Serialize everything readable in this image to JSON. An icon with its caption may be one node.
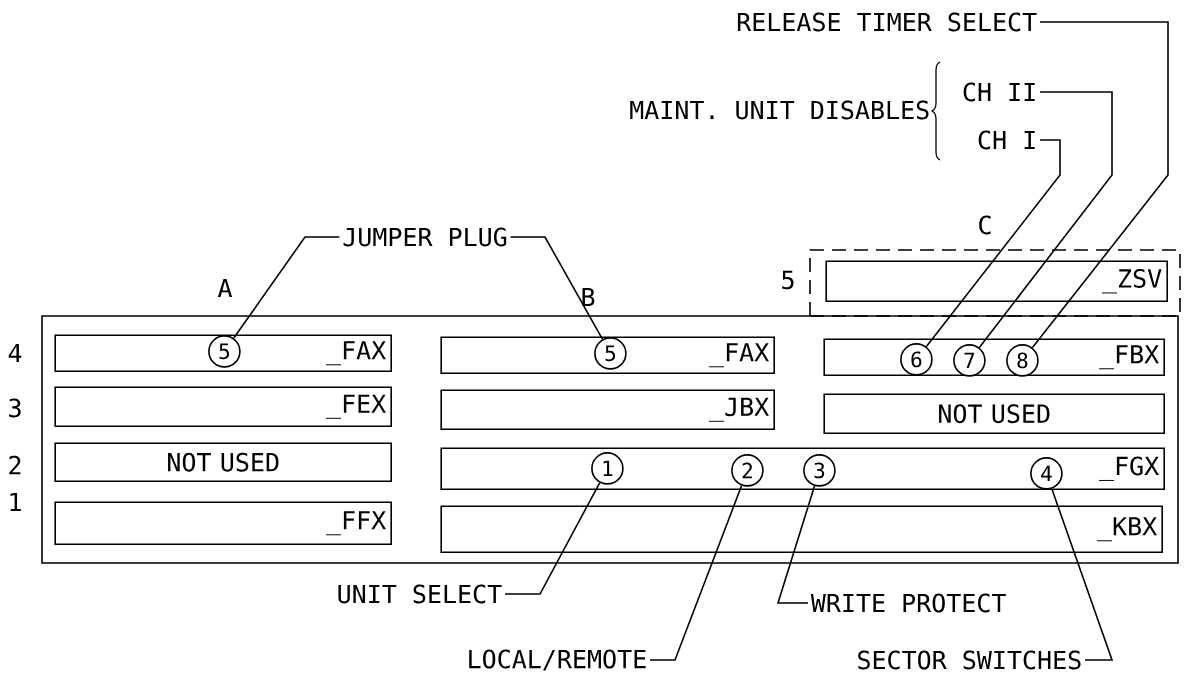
{
  "diagram": {
    "nodes": [
      {
        "text": [],
        "shape": "box"
      },
      {
        "text": [],
        "shape": "box"
      },
      {
        "text": [
          "_ZSV"
        ],
        "in": 1
      },
      {
        "text": [
          "_FAX"
        ],
        "in": 0
      },
      {
        "text": [
          "_FAX"
        ],
        "in": 0
      },
      {
        "text": [
          "_FBX"
        ],
        "in": 0
      },
      {
        "text": [
          "_FEX"
        ],
        "in": 0
      },
      {
        "text": [
          "_JBX"
        ],
        "in": 0
      },
      {
        "text": [
          "NOT USED"
        ],
        "in": 0
      },
      {
        "text": [
          "NOT USED"
        ],
        "in": 0
      },
      {
        "text": [
          "_FGX"
        ],
        "in": 0
      },
      {
        "text": [
          "_FFX"
        ],
        "in": 0
      },
      {
        "text": [
          "_KBX"
        ],
        "in": 0
      },
      {
        "text": [
          "5"
        ],
        "in": 3
      },
      {
        "text": [
          "5"
        ],
        "in": 4
      },
      {
        "text": [
          "6"
        ],
        "in": 5
      },
      {
        "text": [
          "7"
        ],
        "in": 5
      },
      {
        "text": [
          "8"
        ],
        "in": 5
      },
      {
        "text": [
          "1"
        ],
        "in": 10
      },
      {
        "text": [
          "2"
        ],
        "in": 10
      },
      {
        "text": [
          "3"
        ],
        "in": 10
      },
      {
        "text": [
          "4"
        ],
        "in": 10
      },
      {
        "text": [
          "RELEASE TIMER SELECT"
        ]
      },
      {
        "text": [
          "CH II"
        ]
      },
      {
        "text": [
          "CH I"
        ]
      },
      {
        "text": [
          "JUMPER PLUG"
        ]
      },
      {
        "text": [
          "UNIT SELECT"
        ]
      },
      {
        "text": [
          "WRITE PROTECT"
        ]
      },
      {
        "text": [
          "LOCAL/REMOTE"
        ]
      },
      {
        "text": [
          "SECTOR SWITCHES"
        ]
      }
    ],
    "edges": [
      {
        "from": 22,
        "to": 17,
        "arrow": "none"
      },
      {
        "from": 23,
        "to": 16,
        "arrow": "none"
      },
      {
        "from": 24,
        "to": 15,
        "arrow": "none"
      },
      {
        "from": 25,
        "to": 13,
        "arrow": "none"
      },
      {
        "from": 25,
        "to": 14,
        "arrow": "none"
      },
      {
        "from": 26,
        "to": 18,
        "arrow": "none"
      },
      {
        "from": 27,
        "to": 20,
        "arrow": "none"
      },
      {
        "from": 28,
        "to": 19,
        "arrow": "none"
      },
      {
        "from": 29,
        "to": 21,
        "arrow": "none"
      }
    ],
    "labels": [
      "MAINT. UNIT DISABLES",
      "C",
      "A",
      "B",
      "5",
      "4",
      "3",
      "2",
      "1"
    ]
  }
}
